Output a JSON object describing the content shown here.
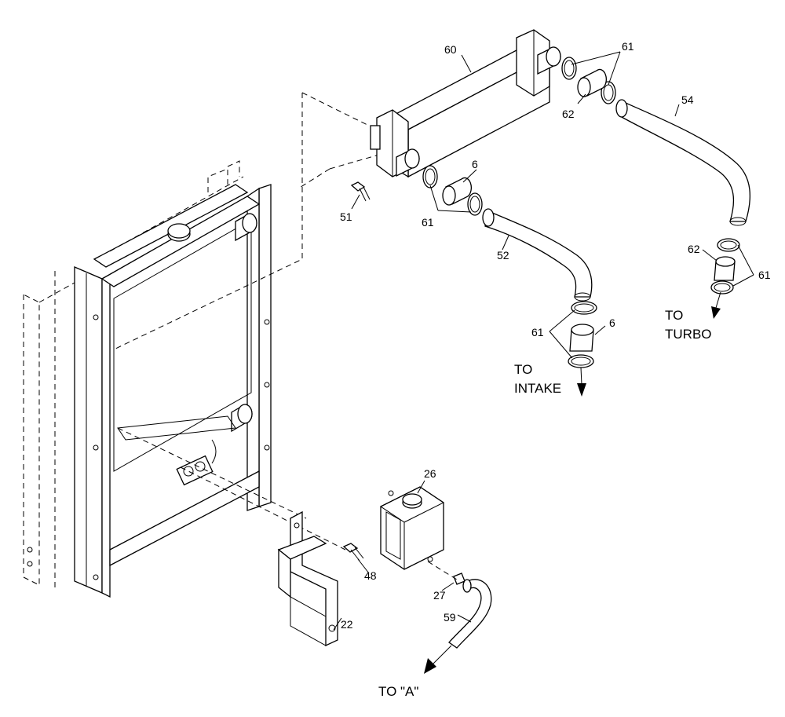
{
  "labels": {
    "p60": "60",
    "p61a": "61",
    "p62a": "62",
    "p54": "54",
    "p6a": "6",
    "p61b": "61",
    "p51": "51",
    "p52": "52",
    "p62b": "62",
    "p61c": "61",
    "p61d": "61",
    "p6b": "6",
    "p26": "26",
    "p48": "48",
    "p27": "27",
    "p59": "59",
    "p22": "22"
  },
  "notes": {
    "turbo_line1": "TO",
    "turbo_line2": "TURBO",
    "intake_line1": "TO",
    "intake_line2": "INTAKE",
    "to_a": "TO \"A\""
  },
  "colors": {
    "ink": "#000000",
    "paper": "#ffffff"
  }
}
